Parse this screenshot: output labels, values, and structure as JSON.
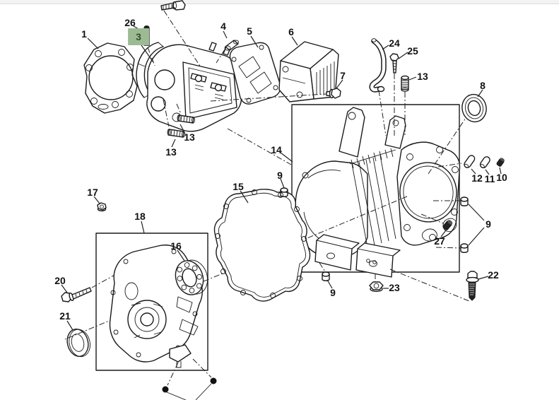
{
  "colors": {
    "background": "#ffffff",
    "top_bar": "#f3f3f3",
    "line": "#1a1a1a",
    "highlight_bg": "#9cbb94",
    "highlight_text": "#33502e"
  },
  "labels": [
    {
      "text": "1"
    },
    {
      "text": "26"
    },
    {
      "text": "3",
      "highlighted": true
    },
    {
      "text": "4"
    },
    {
      "text": "5"
    },
    {
      "text": "6"
    },
    {
      "text": "7"
    },
    {
      "text": "24"
    },
    {
      "text": "25"
    },
    {
      "text": "13"
    },
    {
      "text": "8"
    },
    {
      "text": "13"
    },
    {
      "text": "13"
    },
    {
      "text": "14"
    },
    {
      "text": "9"
    },
    {
      "text": "15"
    },
    {
      "text": "17"
    },
    {
      "text": "18"
    },
    {
      "text": "16"
    },
    {
      "text": "12"
    },
    {
      "text": "11"
    },
    {
      "text": "10"
    },
    {
      "text": "9"
    },
    {
      "text": "27"
    },
    {
      "text": "20"
    },
    {
      "text": "21"
    },
    {
      "text": "22"
    },
    {
      "text": "23"
    },
    {
      "text": "9"
    }
  ]
}
